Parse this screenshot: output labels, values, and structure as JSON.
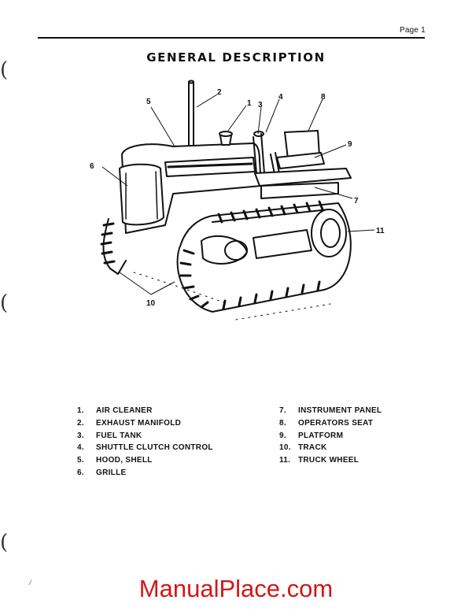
{
  "page_label": "Page 1",
  "title": "GENERAL DESCRIPTION",
  "diagram_callouts": [
    "1",
    "2",
    "3",
    "4",
    "5",
    "6",
    "7",
    "8",
    "9",
    "10",
    "11"
  ],
  "legend_left": [
    {
      "num": "1.",
      "label": "AIR CLEANER"
    },
    {
      "num": "2.",
      "label": "EXHAUST MANIFOLD"
    },
    {
      "num": "3.",
      "label": "FUEL TANK"
    },
    {
      "num": "4.",
      "label": "SHUTTLE CLUTCH CONTROL"
    },
    {
      "num": "5.",
      "label": "HOOD, SHELL"
    },
    {
      "num": "6.",
      "label": "GRILLE"
    }
  ],
  "legend_right": [
    {
      "num": "7.",
      "label": "INSTRUMENT PANEL"
    },
    {
      "num": "8.",
      "label": "OPERATORS SEAT"
    },
    {
      "num": "9.",
      "label": "PLATFORM"
    },
    {
      "num": "10.",
      "label": "TRACK"
    },
    {
      "num": "11.",
      "label": "TRUCK WHEEL"
    }
  ],
  "watermark": "ManualPlace.com",
  "colors": {
    "ink": "#111111",
    "watermark": "#d01818"
  }
}
